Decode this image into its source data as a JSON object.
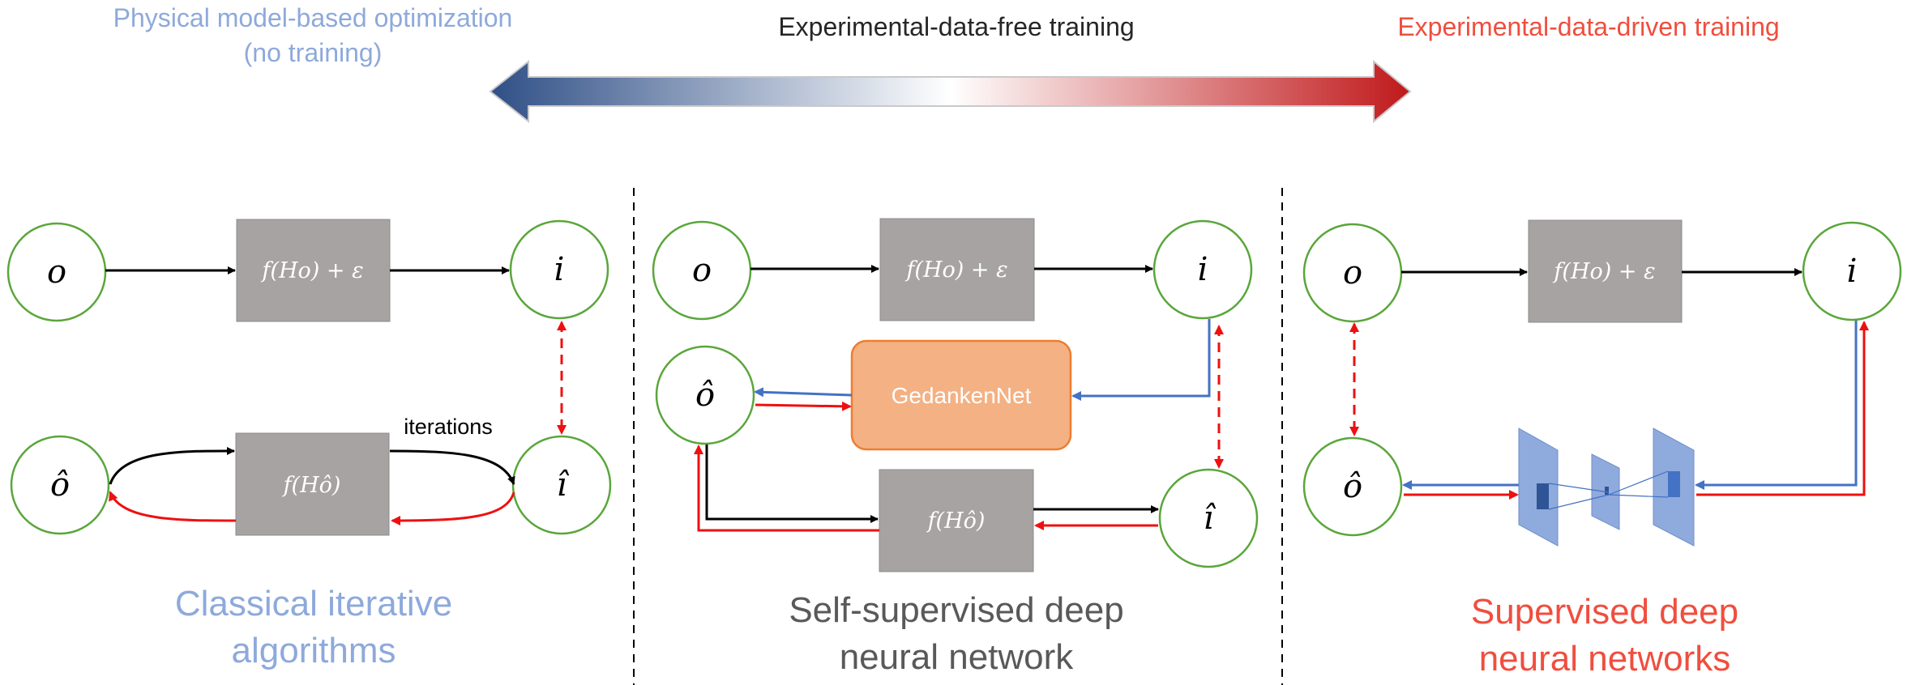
{
  "header": {
    "left_label_line1": "Physical model-based optimization",
    "left_label_line2": "(no training)",
    "center_label": "Experimental-data-free training",
    "right_label": "Experimental-data-driven training"
  },
  "panels": {
    "classical": {
      "object": "o",
      "forward_box": "f(Ho) + ε",
      "image": "i",
      "object_estimate": "ô",
      "estimate_box": "f(Hô)",
      "image_estimate": "î",
      "loop_label": "iterations",
      "caption_line1": "Classical iterative",
      "caption_line2": "algorithms"
    },
    "self_supervised": {
      "object": "o",
      "forward_box": "f(Ho) + ε",
      "image": "i",
      "object_estimate": "ô",
      "network_box": "GedankenNet",
      "estimate_box": "f(Hô)",
      "image_estimate": "î",
      "caption_line1": "Self-supervised deep",
      "caption_line2": "neural network"
    },
    "supervised": {
      "object": "o",
      "forward_box": "f(Ho) + ε",
      "image": "i",
      "object_estimate": "ô",
      "caption_line1": "Supervised deep",
      "caption_line2": "neural networks"
    }
  },
  "colors": {
    "left_label": "#8ea9db",
    "center_label": "#262626",
    "right_label": "#f04e3e",
    "gradient_left": "#2f4f86",
    "gradient_right": "#c0191b",
    "circle_stroke": "#5aa63b",
    "box_fill": "#a6a3a2",
    "network_fill": "#f4b183",
    "network_stroke": "#ed7d31",
    "black_arrow": "#000000",
    "red_arrow": "#ee1010",
    "blue_arrow": "#4472c4",
    "caption_classical": "#8ea9db",
    "caption_self": "#595959",
    "caption_supervised": "#f04e3e",
    "nn_layer": "#8faadc"
  }
}
